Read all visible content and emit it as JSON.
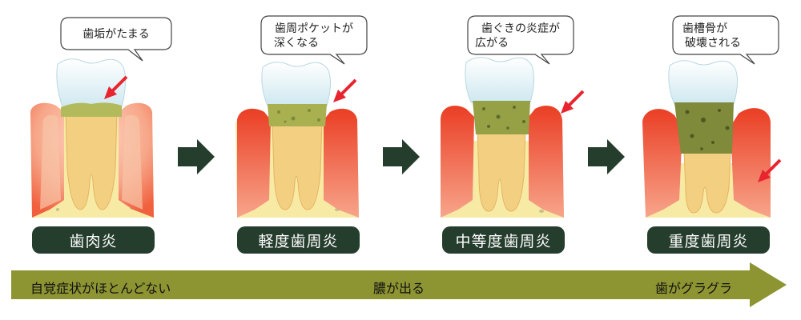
{
  "stages": [
    {
      "label": "歯肉炎",
      "bubble": [
        "歯垢がたまる"
      ]
    },
    {
      "label": "軽度歯周炎",
      "bubble": [
        "歯周ポケットが",
        "深くなる"
      ]
    },
    {
      "label": "中等度歯周炎",
      "bubble": [
        "歯ぐきの炎症が",
        "広がる"
      ]
    },
    {
      "label": "重度歯周炎",
      "bubble": [
        "歯槽骨が",
        "破壊される"
      ]
    }
  ],
  "progression": {
    "start": "自覚症状がほとんどない",
    "middle": "膿が出る",
    "end": "歯がグラグラ"
  },
  "colors": {
    "label_bg": "#253d2d",
    "step_arrow": "#253d2d",
    "progress_arrow": "#8d9432",
    "pointer_arrow": "#e8242f",
    "gum": "#f0603e",
    "bone": "#f6eaa5",
    "tooth_root": "#f3cf82",
    "crown": "#d8eef4",
    "plaque": "#b2ba5c"
  }
}
